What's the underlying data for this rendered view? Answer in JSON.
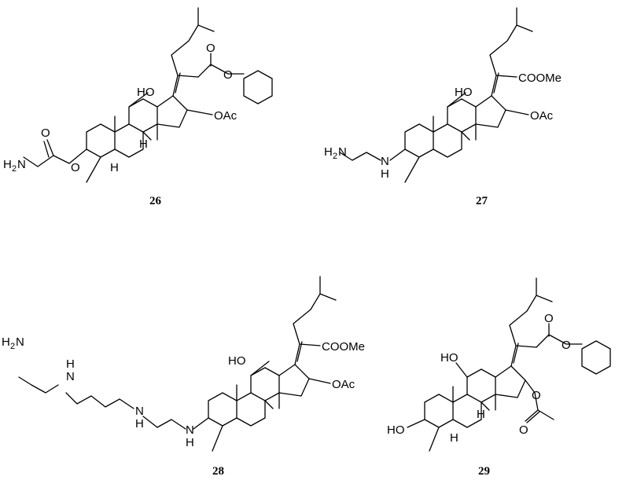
{
  "compounds": [
    {
      "id": "26",
      "atoms": {
        "hydroxyl": "HO",
        "acetoxy": "OAc",
        "amine": "H",
        "amine_sub": "2",
        "amine_n": "N",
        "ester_o1": "O",
        "ester_o2": "O",
        "ester_o3": "O",
        "ester_o4": "O",
        "h_bridge": "H",
        "h_ring": "H"
      }
    },
    {
      "id": "27",
      "atoms": {
        "hydroxyl": "HO",
        "acetoxy": "OAc",
        "ester": "COOMe",
        "amine": "H",
        "amine_sub": "2",
        "amine_n": "N",
        "nh_n": "N",
        "nh_h": "H"
      }
    },
    {
      "id": "28",
      "atoms": {
        "hydroxyl": "HO",
        "acetoxy": "OAc",
        "ester": "COOMe",
        "amine": "H",
        "amine_sub": "2",
        "amine_n": "N",
        "nh1_n": "N",
        "nh1_h": "H",
        "nh2_n": "N",
        "nh2_h": "H",
        "nh3_n": "N",
        "nh3_h": "H"
      }
    },
    {
      "id": "29",
      "atoms": {
        "hydroxyl": "HO",
        "hydroxyl_3": "HO",
        "ester_o1": "O",
        "ester_o2": "O",
        "acetyl_o1": "O",
        "acetyl_o2": "O",
        "h_bridge": "H",
        "h_ring": "H"
      }
    }
  ]
}
